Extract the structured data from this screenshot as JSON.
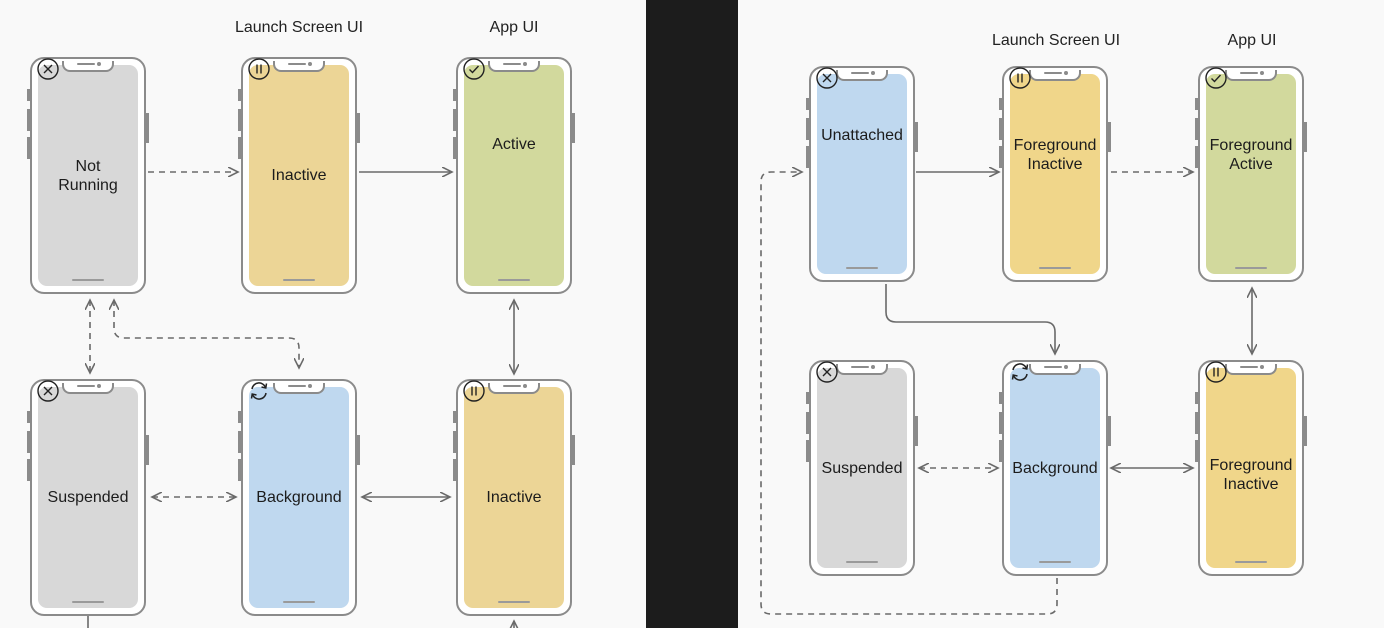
{
  "colors": {
    "gray_state": "#d8d8d8",
    "yellow_state": "#ecd596",
    "green_state": "#d2d99d",
    "blue_state": "#bfd8ef",
    "divider": "#1c1c1c",
    "frame": "#8b8b8b"
  },
  "left": {
    "headers": {
      "launch_screen": "Launch Screen UI",
      "app": "App UI"
    },
    "phones": {
      "not_running": {
        "label": "Not\nRunning",
        "icon": "x-circle-icon"
      },
      "inactive_top": {
        "label": "Inactive",
        "icon": "pause-circle-icon"
      },
      "active": {
        "label": "Active",
        "icon": "check-circle-icon"
      },
      "suspended": {
        "label": "Suspended",
        "icon": "x-circle-icon"
      },
      "background": {
        "label": "Background",
        "icon": "refresh-arrows-icon"
      },
      "inactive_bottom": {
        "label": "Inactive",
        "icon": "pause-circle-icon"
      }
    }
  },
  "right": {
    "headers": {
      "launch_screen": "Launch Screen UI",
      "app": "App UI"
    },
    "phones": {
      "unattached": {
        "label": "Unattached",
        "icon": "x-circle-icon"
      },
      "foreground_inactive_top": {
        "label": "Foreground\nInactive",
        "icon": "pause-circle-icon"
      },
      "foreground_active": {
        "label": "Foreground\nActive",
        "icon": "check-circle-icon"
      },
      "suspended": {
        "label": "Suspended",
        "icon": "x-circle-icon"
      },
      "background": {
        "label": "Background",
        "icon": "refresh-arrows-icon"
      },
      "foreground_inactive_bottom": {
        "label": "Foreground\nInactive",
        "icon": "pause-circle-icon"
      }
    }
  }
}
